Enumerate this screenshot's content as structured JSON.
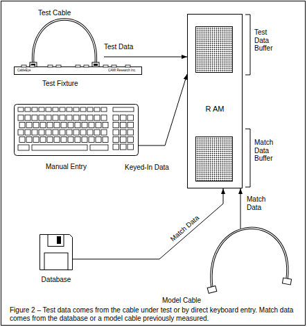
{
  "diagram": {
    "caption": "Figure 2 – Test data comes from the cable under test or by direct keyboard entry. Match data comes from the database or a model cable previously measured.",
    "nodes": [
      {
        "text": [
          "Test Cable"
        ]
      },
      {
        "text": [
          "Test Fixture"
        ]
      },
      {
        "text": [
          "R AM"
        ]
      },
      {
        "text": [
          "Test Data Buffer"
        ],
        "in": 2
      },
      {
        "text": [
          "Match Data Buffer"
        ],
        "in": 2
      },
      {
        "text": [
          "Manual Entry"
        ]
      },
      {
        "text": [
          "Database"
        ]
      },
      {
        "text": [
          "Model Cable"
        ]
      }
    ],
    "edges": [
      {
        "from": 0,
        "to": 2,
        "arrow": "to",
        "label": "Test Data"
      },
      {
        "from": 5,
        "to": 2,
        "arrow": "to",
        "label": "Keyed-In Data"
      },
      {
        "from": 6,
        "to": 2,
        "arrow": "to",
        "label": "Match Data"
      },
      {
        "from": 7,
        "to": 2,
        "arrow": "to",
        "label": "Match Data"
      }
    ],
    "labels": [
      "CableEye",
      "CAMI Research Inc."
    ]
  }
}
